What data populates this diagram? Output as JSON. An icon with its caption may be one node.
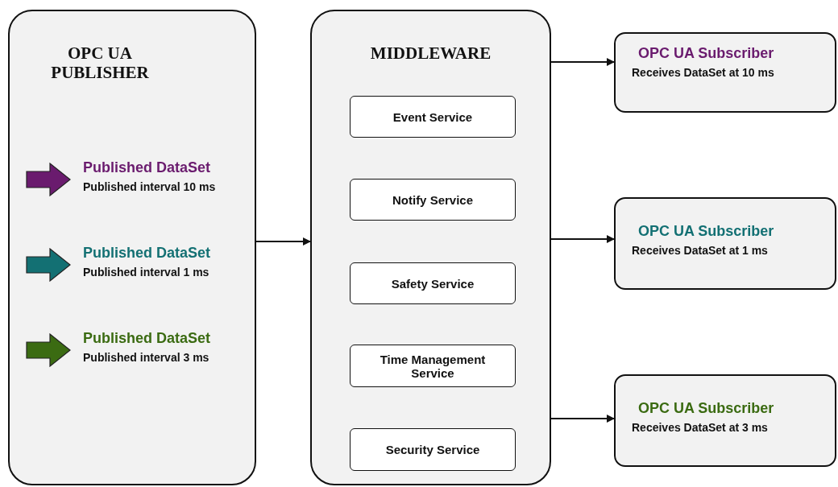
{
  "diagram": {
    "nodes": [
      {
        "text": [
          "OPC UA PUBLISHER"
        ]
      },
      {
        "text": [
          "Published DataSet",
          "Published interval 10 ms"
        ],
        "in": 0
      },
      {
        "text": [
          "Published DataSet",
          "Published interval 1 ms"
        ],
        "in": 0
      },
      {
        "text": [
          "Published DataSet",
          "Published interval 3 ms"
        ],
        "in": 0
      },
      {
        "text": [
          "MIDDLEWARE"
        ]
      },
      {
        "text": [
          "Event Service"
        ],
        "in": 4
      },
      {
        "text": [
          "Notify Service"
        ],
        "in": 4
      },
      {
        "text": [
          "Safety Service"
        ],
        "in": 4
      },
      {
        "text": [
          "Time Management Service"
        ],
        "in": 4
      },
      {
        "text": [
          "Security Service"
        ],
        "in": 4
      },
      {
        "text": [
          "OPC UA Subscriber",
          "Receives DataSet at 10 ms"
        ]
      },
      {
        "text": [
          "OPC UA Subscriber",
          "Receives DataSet at 1 ms"
        ]
      },
      {
        "text": [
          "OPC UA Subscriber",
          "Receives DataSet at 3 ms"
        ]
      }
    ],
    "edges": [
      {
        "from": 0,
        "to": 4,
        "arrow": "to"
      },
      {
        "from": 4,
        "to": 10,
        "arrow": "to"
      },
      {
        "from": 4,
        "to": 11,
        "arrow": "to"
      },
      {
        "from": 4,
        "to": 12,
        "arrow": "to"
      }
    ]
  }
}
